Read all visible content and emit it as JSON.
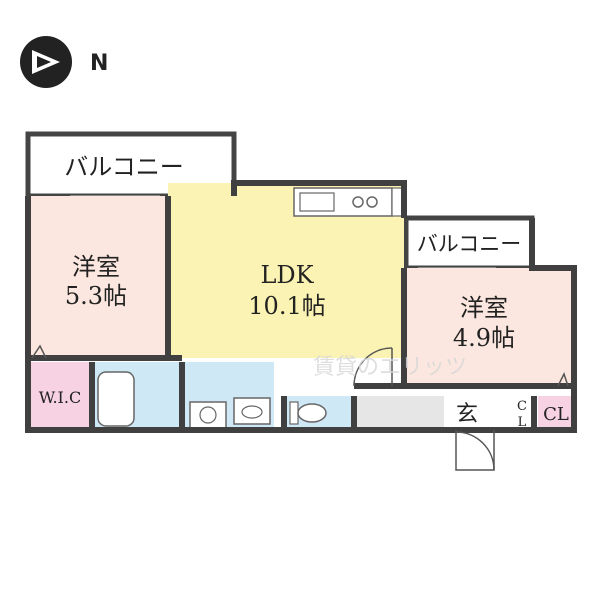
{
  "compass": {
    "label": "N"
  },
  "rooms": {
    "balcony_left": "バルコニー",
    "balcony_right": "バルコニー",
    "western_left": {
      "name": "洋室",
      "size": "5.3帖"
    },
    "ldk": {
      "name": "LDK",
      "size": "10.1帖"
    },
    "western_right": {
      "name": "洋室",
      "size": "4.9帖"
    },
    "wic": "W.I.C",
    "entrance": "玄",
    "closet_small_top": "C",
    "closet_small_bottom": "L",
    "closet": "CL"
  },
  "watermark": "賃貸のエリッツ",
  "colors": {
    "western": "#fbe7df",
    "ldk": "#fbf3b3",
    "wet": "#cfe8f6",
    "wic": "#f6d2e2",
    "entrance": "#e6e6e6",
    "wall": "#404040"
  }
}
